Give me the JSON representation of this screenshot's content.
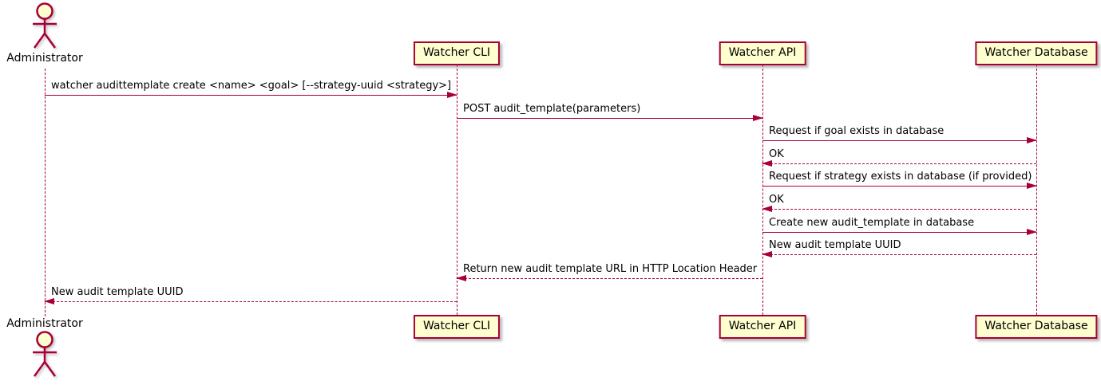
{
  "diagram": {
    "type": "uml-sequence",
    "colors": {
      "line": "#A80036",
      "participant_fill": "#FEFECE",
      "text": "#000000",
      "background": "#FFFFFF"
    },
    "actor": {
      "label": "Administrator"
    },
    "participants": [
      {
        "id": "cli",
        "label": "Watcher CLI"
      },
      {
        "id": "api",
        "label": "Watcher API"
      },
      {
        "id": "db",
        "label": "Watcher Database"
      }
    ],
    "messages": [
      {
        "from": "Administrator",
        "to": "Watcher CLI",
        "line": "solid",
        "text": "watcher audittemplate create <name> <goal> [--strategy-uuid <strategy>]"
      },
      {
        "from": "Watcher CLI",
        "to": "Watcher API",
        "line": "solid",
        "text": "POST audit_template(parameters)"
      },
      {
        "from": "Watcher API",
        "to": "Watcher Database",
        "line": "solid",
        "text": "Request if goal exists in database"
      },
      {
        "from": "Watcher Database",
        "to": "Watcher API",
        "line": "dashed",
        "text": "OK"
      },
      {
        "from": "Watcher API",
        "to": "Watcher Database",
        "line": "solid",
        "text": "Request if strategy exists in database (if provided)"
      },
      {
        "from": "Watcher Database",
        "to": "Watcher API",
        "line": "dashed",
        "text": "OK"
      },
      {
        "from": "Watcher API",
        "to": "Watcher Database",
        "line": "solid",
        "text": "Create new audit_template in database"
      },
      {
        "from": "Watcher Database",
        "to": "Watcher API",
        "line": "dashed",
        "text": "New audit template UUID"
      },
      {
        "from": "Watcher API",
        "to": "Watcher CLI",
        "line": "dashed",
        "text": "Return new audit template URL in HTTP Location Header"
      },
      {
        "from": "Watcher CLI",
        "to": "Administrator",
        "line": "dashed",
        "text": "New audit template UUID"
      }
    ]
  }
}
